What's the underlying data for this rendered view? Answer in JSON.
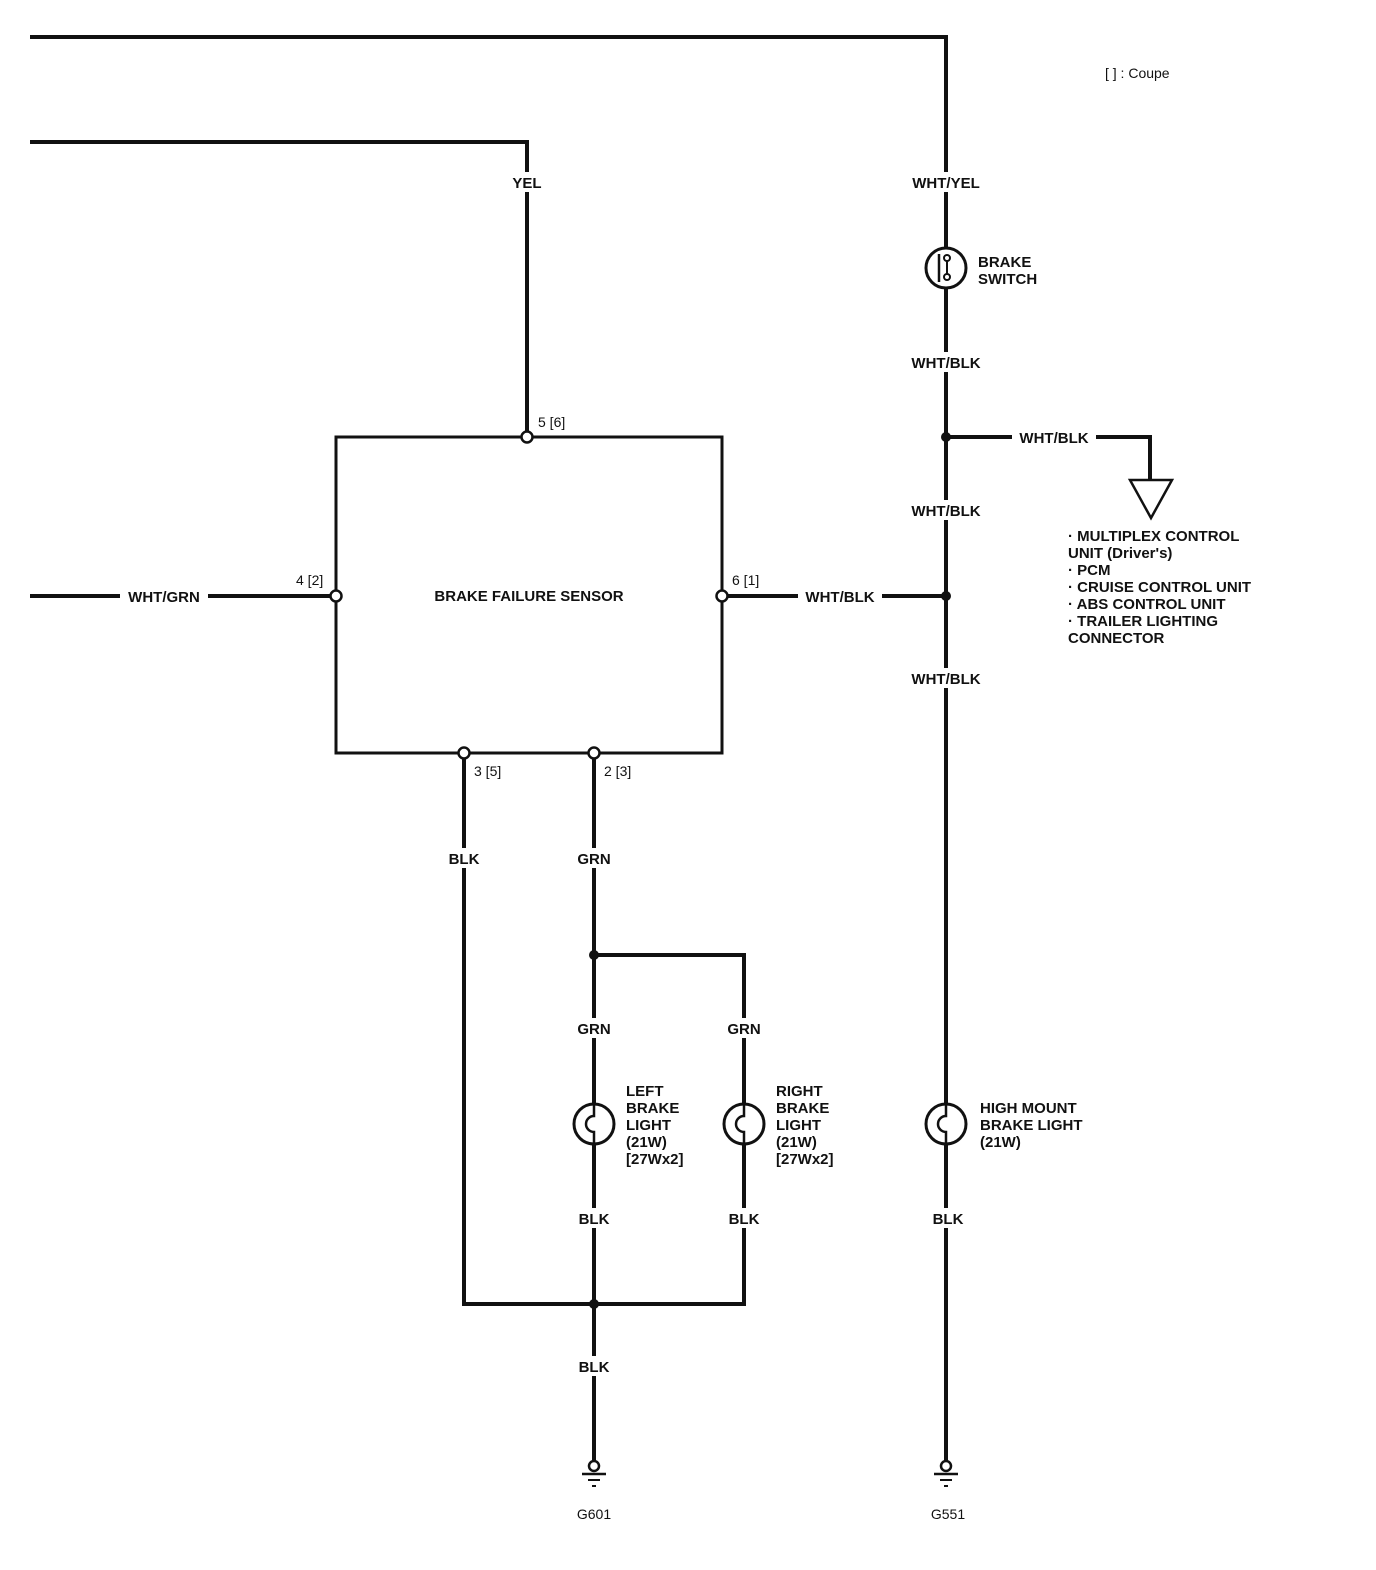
{
  "legend": "[    ] : Coupe",
  "component": {
    "sensor": "BRAKE FAILURE SENSOR",
    "brake_switch": [
      "BRAKE",
      "SWITCH"
    ],
    "left_light": [
      "LEFT",
      "BRAKE",
      "LIGHT",
      "(21W)",
      "[27Wx2]"
    ],
    "right_light": [
      "RIGHT",
      "BRAKE",
      "LIGHT",
      "(21W)",
      "[27Wx2]"
    ],
    "high_mount_light": [
      "HIGH MOUNT",
      "BRAKE LIGHT",
      "(21W)"
    ]
  },
  "pins": {
    "top": "5 [6]",
    "left": "4 [2]",
    "right": "6 [1]",
    "bottom_left": "3 [5]",
    "bottom_right": "2 [3]"
  },
  "wires": {
    "yel": "YEL",
    "wht_grn": "WHT/GRN",
    "wht_yel": "WHT/YEL",
    "wht_blk_1": "WHT/BLK",
    "wht_blk_branch": "WHT/BLK",
    "wht_blk_2": "WHT/BLK",
    "wht_blk_sensor": "WHT/BLK",
    "wht_blk_3": "WHT/BLK",
    "blk_left": "BLK",
    "grn_top": "GRN",
    "grn_left": "GRN",
    "grn_right": "GRN",
    "blk_left_light": "BLK",
    "blk_right_light": "BLK",
    "blk_bottom": "BLK",
    "blk_high_mount": "BLK"
  },
  "destination": [
    "· MULTIPLEX CONTROL",
    "  UNIT (Driver's)",
    "·  PCM",
    "· CRUISE CONTROL UNIT",
    "· ABS CONTROL UNIT",
    "· TRAILER LIGHTING",
    "  CONNECTOR"
  ],
  "grounds": {
    "left": "G601",
    "right": "G551"
  }
}
